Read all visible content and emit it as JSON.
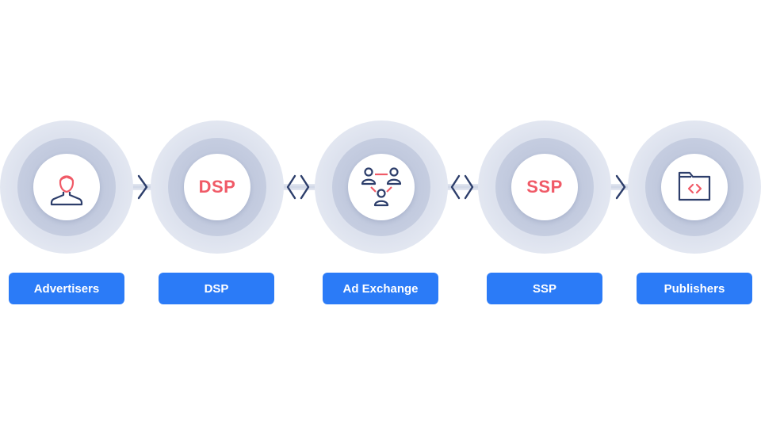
{
  "colors": {
    "accent": "#f05a67",
    "navy": "#2d3e6b",
    "label_bg": "#2b7bf7",
    "label_text": "#ffffff",
    "ring_outer": "#e3e7f1",
    "ring_mid": "#c3cbdf"
  },
  "nodes": [
    {
      "icon": "person-icon",
      "center_text": "",
      "label": "Advertisers"
    },
    {
      "icon": "",
      "center_text": "DSP",
      "label": "DSP"
    },
    {
      "icon": "people-network-icon",
      "center_text": "",
      "label": "Ad Exchange"
    },
    {
      "icon": "",
      "center_text": "SSP",
      "label": "SSP"
    },
    {
      "icon": "code-folder-icon",
      "center_text": "",
      "label": "Publishers"
    }
  ],
  "arrows": [
    {
      "type": "one-way",
      "icon": "chevron-right-icon"
    },
    {
      "type": "two-way",
      "icon": "chevrons-left-right-icon"
    },
    {
      "type": "two-way",
      "icon": "chevrons-left-right-icon"
    },
    {
      "type": "one-way",
      "icon": "chevron-right-icon"
    }
  ]
}
